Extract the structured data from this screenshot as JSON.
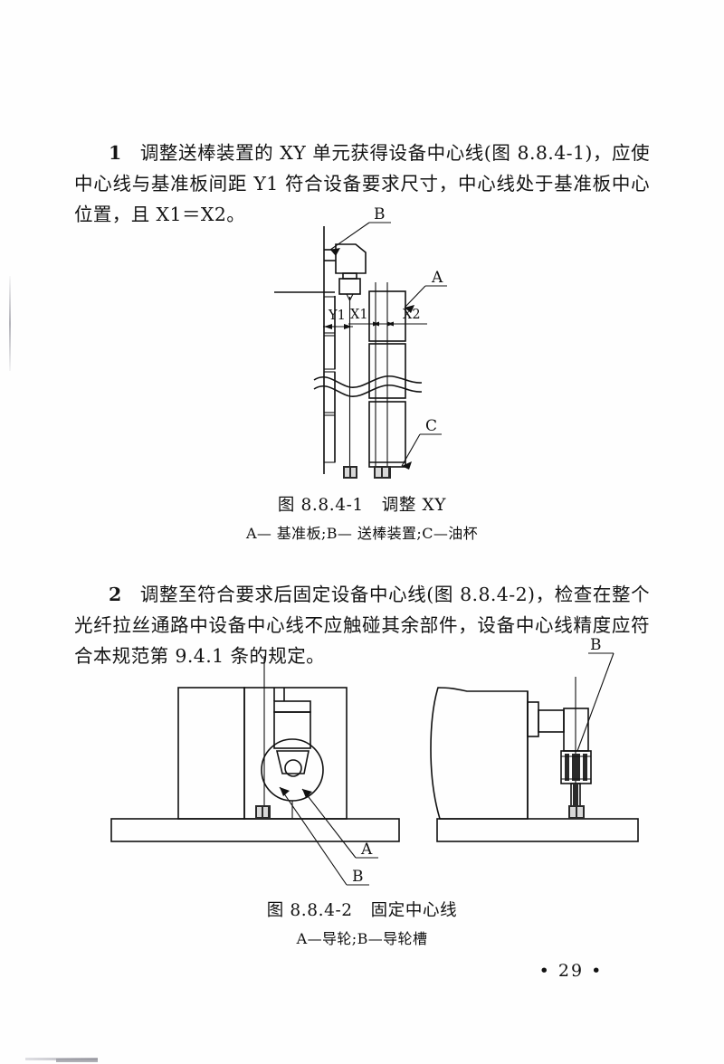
{
  "document": {
    "page_number": "• 29 •"
  },
  "paragraphs": [
    {
      "number": "1",
      "text": "调整送棒装置的 XY 单元获得设备中心线(图 8.8.4-1)，应使中心线与基准板间距 Y1 符合设备要求尺寸，中心线处于基准板中心位置，且 X1＝X2。"
    },
    {
      "number": "2",
      "text": "调整至符合要求后固定设备中心线(图 8.8.4-2)，检查在整个光纤拉丝通路中设备中心线不应触碰其余部件，设备中心线精度应符合本规范第 9.4.1 条的规定。"
    }
  ],
  "figures": [
    {
      "id": "figure-1",
      "caption_number": "图 8.8.4-1",
      "caption_title": "调整 XY",
      "legend": "A— 基准板;B— 送棒装置;C—油杯",
      "callouts": {
        "a": "A",
        "b": "B",
        "c": "C"
      },
      "dimensions": {
        "y1": "Y1",
        "x1": "X1",
        "x2": "X2"
      }
    },
    {
      "id": "figure-2",
      "caption_number": "图 8.8.4-2",
      "caption_title": "固定中心线",
      "legend": "A—导轮;B—导轮槽",
      "callouts": {
        "a": "A",
        "b_left": "B",
        "b_right": "B"
      }
    }
  ]
}
